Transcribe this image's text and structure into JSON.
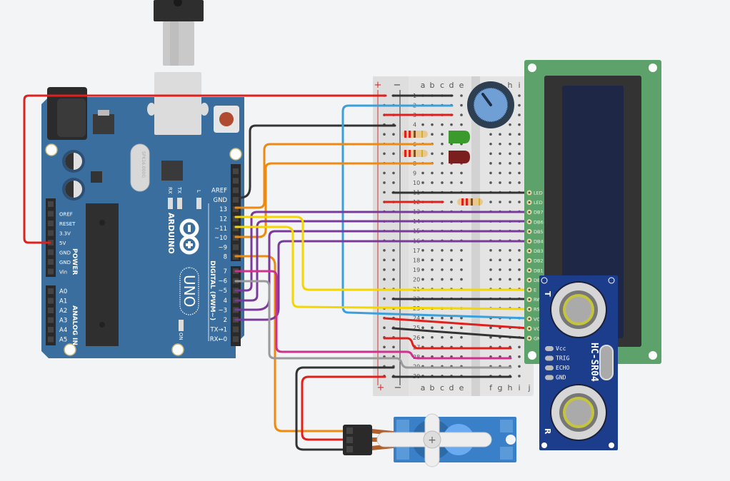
{
  "arduino": {
    "brand": "ARDUINO",
    "model": "UNO",
    "crystal_label": "SPK16.000G",
    "led_labels": [
      "RX",
      "TX",
      "L",
      "ON"
    ],
    "digital_section_label": "DIGITAL (PWM~)",
    "power_section_label": "POWER",
    "analog_section_label": "ANALOG IN",
    "digital_pins_top": [
      "AREF",
      "GND",
      "13",
      "12",
      "~11",
      "~10",
      "~9",
      "8"
    ],
    "digital_pins_bottom": [
      "7",
      "~6",
      "~5",
      "4",
      "~3",
      "2",
      "TX→1",
      "RX←0"
    ],
    "power_pins": [
      "OREF",
      "RESET",
      "3.3V",
      "5V",
      "GND",
      "GND",
      "Vin"
    ],
    "analog_pins": [
      "A0",
      "A1",
      "A2",
      "A3",
      "A4",
      "A5"
    ]
  },
  "breadboard": {
    "rail_plus": "+",
    "rail_minus": "−",
    "columns_left": [
      "a",
      "b",
      "c",
      "d",
      "e"
    ],
    "columns_right": [
      "f",
      "g",
      "h",
      "i",
      "j"
    ],
    "row_numbers": [
      "1",
      "2",
      "3",
      "4",
      "5",
      "6",
      "7",
      "8",
      "9",
      "10",
      "11",
      "12",
      "13",
      "14",
      "15",
      "16",
      "17",
      "18",
      "19",
      "20",
      "21",
      "22",
      "23",
      "24",
      "25",
      "26",
      "27",
      "28",
      "29",
      "30"
    ]
  },
  "lcd": {
    "pins": [
      "LED",
      "LED",
      "DB7",
      "DB6",
      "DB5",
      "DB4",
      "DB3",
      "DB2",
      "DB1",
      "DB0",
      "E",
      "RW",
      "RS",
      "VO",
      "VCC",
      "GND"
    ]
  },
  "ultrasonic": {
    "model": "HC-SR04",
    "pins": [
      "Vcc",
      "TRIG",
      "ECHO",
      "GND"
    ],
    "transmitter_label": "T",
    "receiver_label": "R"
  },
  "colors": {
    "board_blue": "#3a6e9e",
    "lcd_green": "#5da26a",
    "lcd_screen": "#1e2745",
    "sensor_blue": "#1c3d8c",
    "wire_red": "#e0201c",
    "wire_black": "#333333",
    "wire_blue": "#3aa0dc",
    "wire_orange": "#ef8a10",
    "wire_yellow": "#f5d600",
    "wire_purple": "#7a3a9c",
    "wire_magenta": "#d0308e",
    "wire_gray": "#9a9a9a",
    "led_green": "#3a9a2c",
    "led_red": "#7a1e1e",
    "servo_blue": "#3a80c8"
  }
}
